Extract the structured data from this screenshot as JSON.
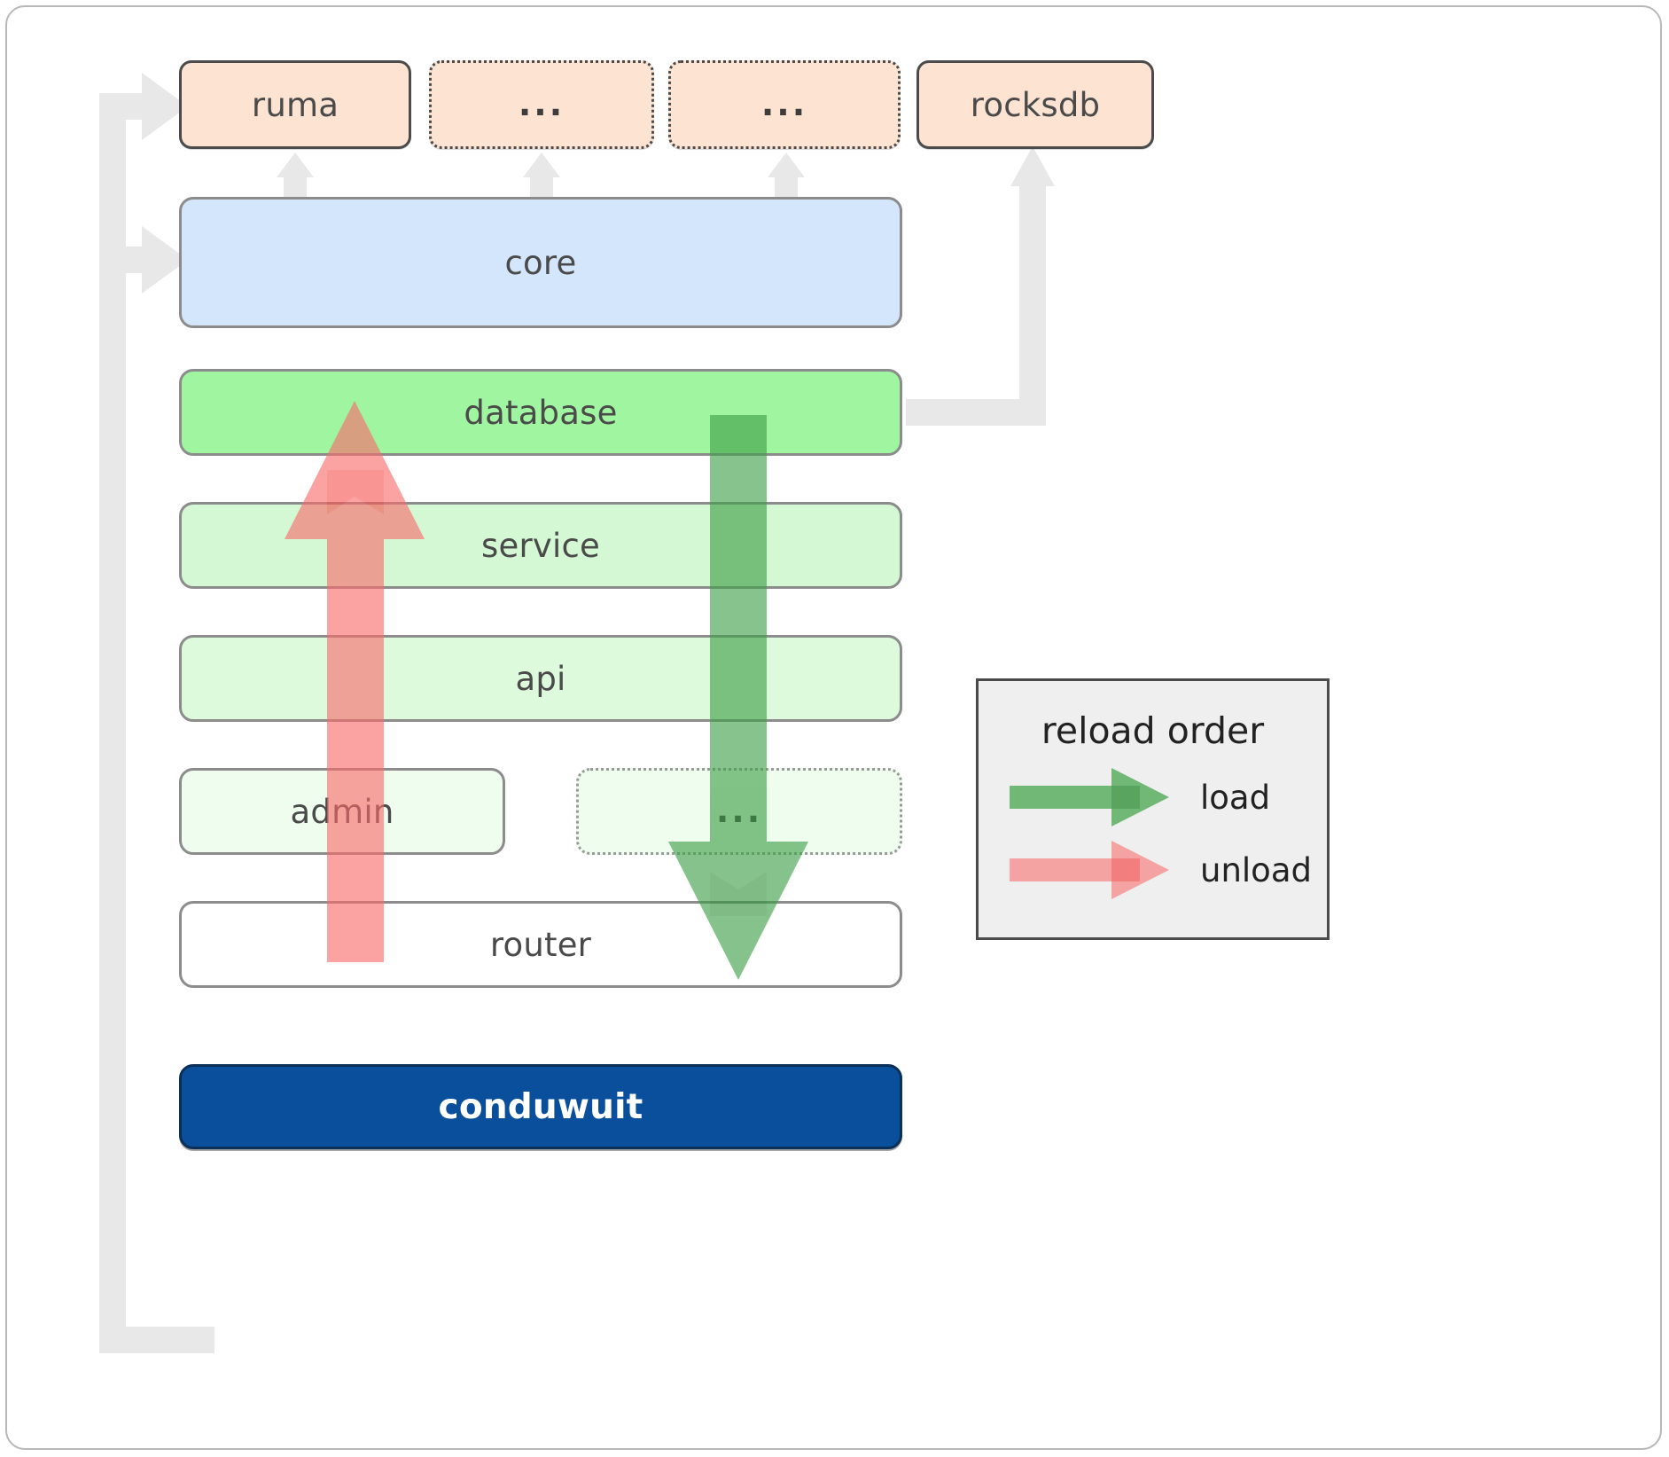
{
  "diagram": {
    "title": "conduwuit crate layering / reload order",
    "colors": {
      "package_fill": "#fde3d2",
      "core_fill": "#d4e6fb",
      "database_fill": "#a0f5a0",
      "service_fill": "#d3f8d3",
      "api_fill": "#ddfadd",
      "admin_fill": "#eefdee",
      "router_fill": "#ffffff",
      "conduwuit_fill": "#0a4f9c",
      "load_arrow": "#4caf50",
      "unload_arrow": "#f47c7c",
      "connector": "#e8e8e8",
      "border": "#8c8c8c"
    },
    "packages": [
      {
        "label": "ruma",
        "style": "solid",
        "name": "package-ruma"
      },
      {
        "label": "...",
        "style": "dotted",
        "name": "package-ellipsis-1"
      },
      {
        "label": "...",
        "style": "dotted",
        "name": "package-ellipsis-2"
      },
      {
        "label": "rocksdb",
        "style": "solid",
        "name": "package-rocksdb"
      }
    ],
    "layers": [
      {
        "label": "core",
        "style": "solid",
        "name": "layer-core"
      },
      {
        "label": "database",
        "style": "solid",
        "name": "layer-database"
      },
      {
        "label": "service",
        "style": "solid",
        "name": "layer-service"
      },
      {
        "label": "api",
        "style": "solid",
        "name": "layer-api"
      },
      {
        "label": "admin",
        "style": "solid",
        "name": "layer-admin"
      },
      {
        "label": "...",
        "style": "dotted",
        "name": "layer-ellipsis"
      },
      {
        "label": "router",
        "style": "solid",
        "name": "layer-router"
      }
    ],
    "binary": {
      "label": "conduwuit"
    },
    "legend": {
      "title": "reload order",
      "items": [
        {
          "label": "load",
          "color": "#4caf50",
          "direction": "down"
        },
        {
          "label": "unload",
          "color": "#f47c7c",
          "direction": "up"
        }
      ]
    }
  }
}
